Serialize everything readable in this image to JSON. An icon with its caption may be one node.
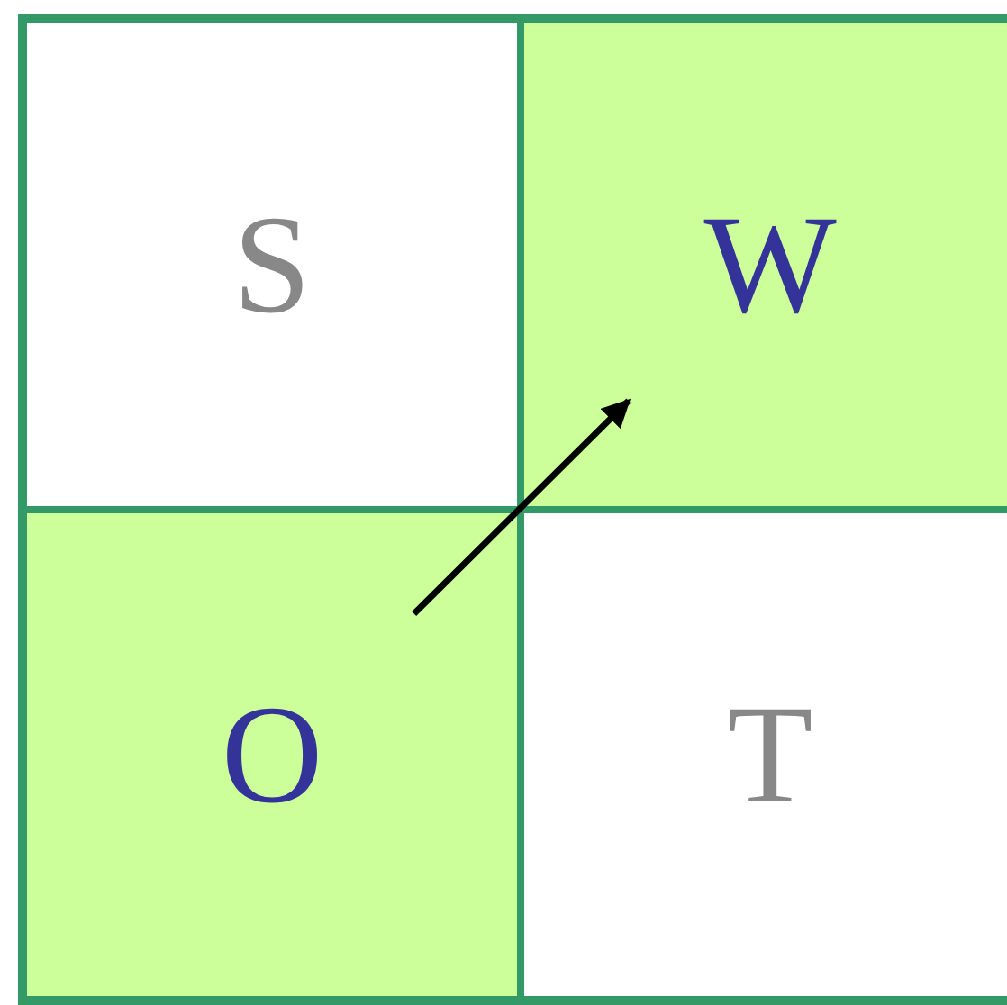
{
  "diagram": {
    "nodes": [
      {
        "text": [
          "S"
        ]
      },
      {
        "text": [
          "W"
        ]
      },
      {
        "text": [
          "O"
        ]
      },
      {
        "text": [
          "T"
        ]
      }
    ],
    "edges": [
      {
        "from": 2,
        "to": 1,
        "arrow": "to"
      }
    ]
  }
}
